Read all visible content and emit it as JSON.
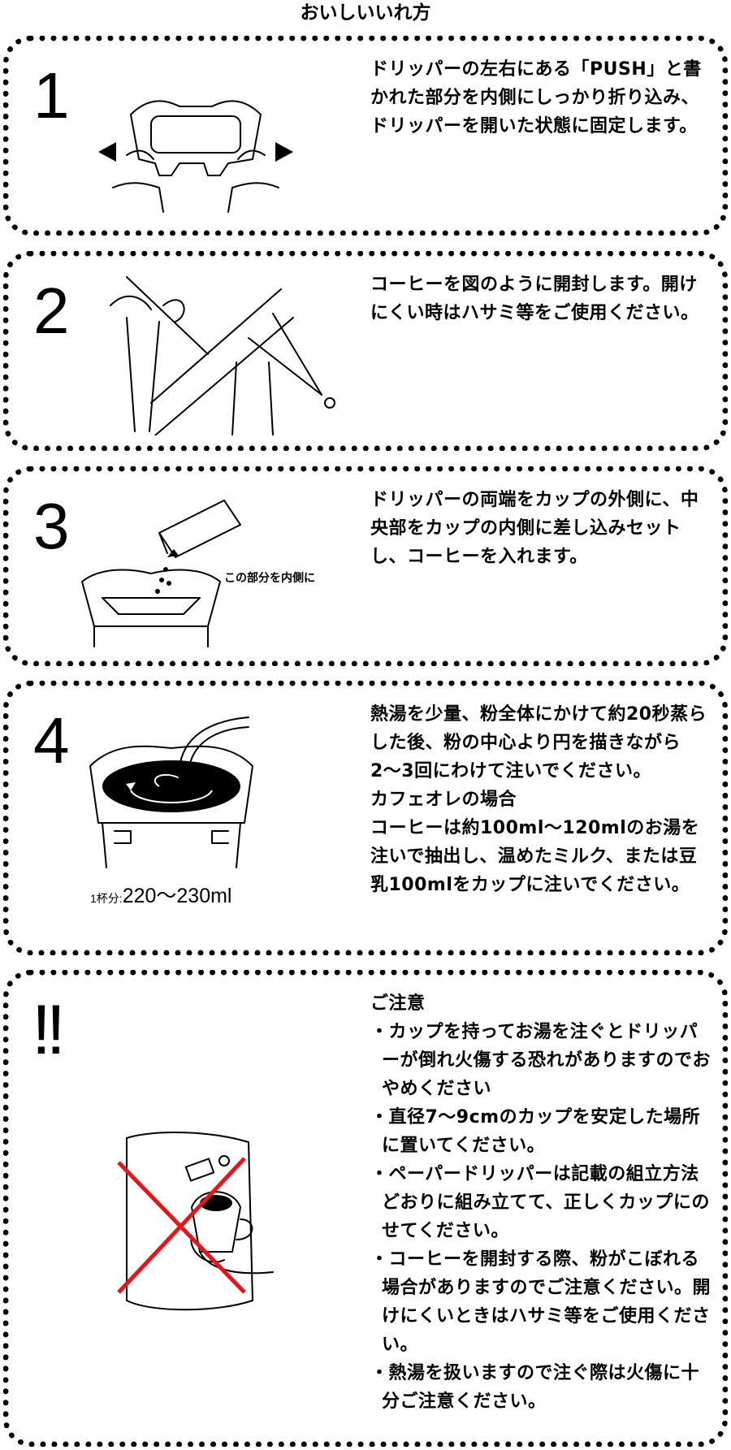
{
  "title": "おいしいいれ方",
  "steps": [
    {
      "number": "1",
      "text": "ドリッパーの左右にある「PUSH」と書かれた部分を内側にしっかり折り込み、ドリッパーを開いた状態に固定します。"
    },
    {
      "number": "2",
      "text": "コーヒーを図のように開封します。開けにくい時はハサミ等をご使用ください。"
    },
    {
      "number": "3",
      "text": "ドリッパーの両端をカップの外側に、中央部をカップの内側に差し込みセットし、コーヒーを入れます。",
      "caption": "この部分を内側に"
    },
    {
      "number": "4",
      "text": "熱湯を少量、粉全体にかけて約20秒蒸らした後、粉の中心より円を描きながら2〜3回にわけて注いでください。",
      "subheading": "カフェオレの場合",
      "subtext": "コーヒーは約100ml〜120mlのお湯を注いで抽出し、温めたミルク、または豆乳100mlをカップに注いでください。",
      "serving_label": "1杯分:",
      "serving_value": "220〜230ml"
    }
  ],
  "caution": {
    "mark": "!!",
    "heading": "ご注意",
    "items": [
      "・カップを持ってお湯を注ぐとドリッパーが倒れ火傷する恐れがありますのでおやめください",
      "・直径7〜9cmのカップを安定した場所に置いてください。",
      "・ペーパードリッパーは記載の組立方法どおりに組み立てて、正しくカップにのせてください。",
      "・コーヒーを開封する際、粉がこぼれる場合がありますのでご注意ください。開けにくいときはハサミ等をご使用ください。",
      "・熱湯を扱いますので注ぐ際は火傷に十分ご注意ください。"
    ]
  },
  "colors": {
    "cross": "#e8141b",
    "border": "#000000"
  }
}
